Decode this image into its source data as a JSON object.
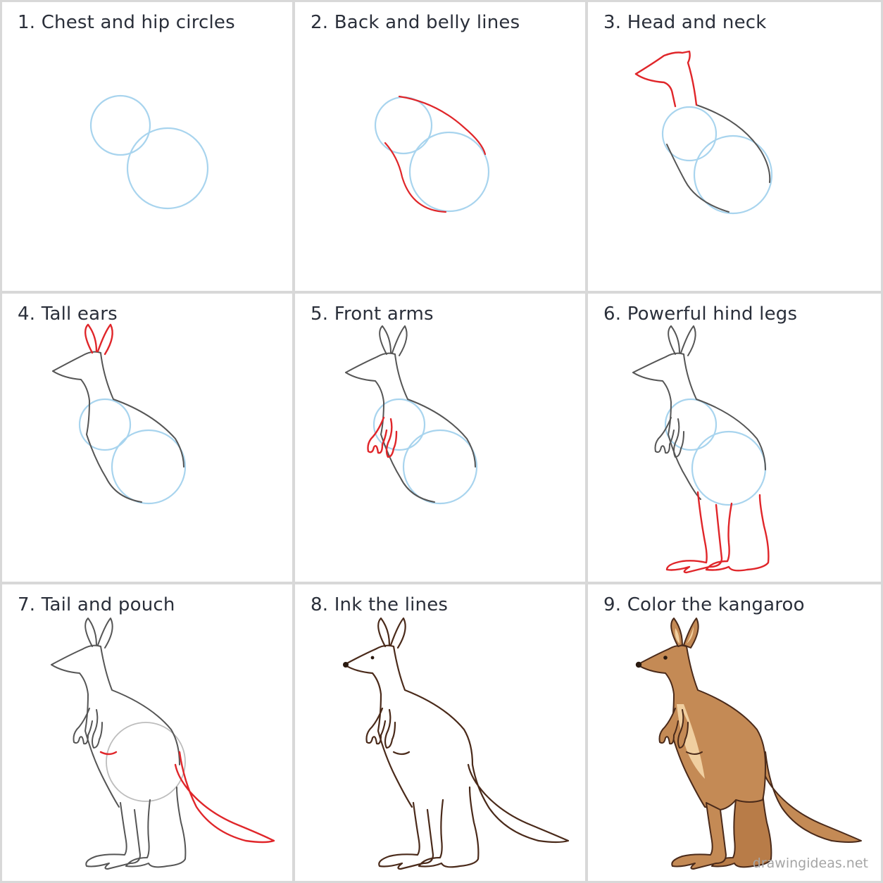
{
  "steps": [
    {
      "number": "1.",
      "title": "Chest and hip circles"
    },
    {
      "number": "2.",
      "title": "Back and belly lines"
    },
    {
      "number": "3.",
      "title": "Head and neck"
    },
    {
      "number": "4.",
      "title": "Tall ears"
    },
    {
      "number": "5.",
      "title": "Front arms"
    },
    {
      "number": "6.",
      "title": "Powerful hind legs"
    },
    {
      "number": "7.",
      "title": "Tail and pouch"
    },
    {
      "number": "8.",
      "title": "Ink the lines"
    },
    {
      "number": "9.",
      "title": "Color the kangaroo"
    }
  ],
  "watermark": "drawingideas.net",
  "colors": {
    "guide_circle": "#a8d4ee",
    "new_stroke": "#e0262a",
    "pencil": "#555555",
    "ink": "#4a2a1a",
    "fur": "#c48a55",
    "belly": "#f0cfa0",
    "border": "#d8d8d8"
  }
}
